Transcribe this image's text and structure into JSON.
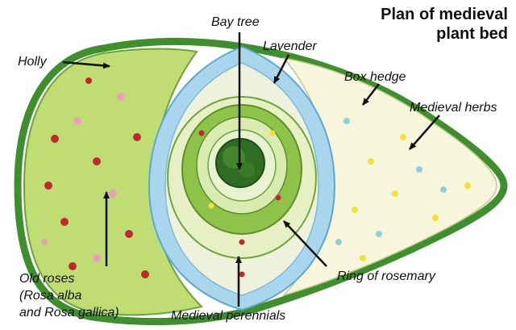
{
  "title": {
    "line1": "Plan of medieval",
    "line2": "plant bed"
  },
  "labels": {
    "bay_tree": "Bay tree",
    "lavender": "Lavender",
    "holly": "Holly",
    "box_hedge": "Box hedge",
    "medieval_herbs": "Medieval herbs",
    "old_roses_1": "Old roses",
    "old_roses_2": "(Rosa alba",
    "old_roses_3": "and Rosa gallica)",
    "ring_of_rosemary": "Ring of rosemary",
    "medieval_perennials": "Medieval perennials"
  },
  "colors": {
    "hedge": "#3f8f2e",
    "hedge_dark": "#2a6a1f",
    "holly_bed": "#b9da6a",
    "lavender": "#a9d6ec",
    "lavender_dark": "#5aa7cf",
    "herb_bed": "#f6f5d8",
    "perennial_ring": "#e7f0c5",
    "rosemary_ring": "#8fc248",
    "bay_tree": "#2f6e22",
    "rose_red": "#c0282f",
    "rose_pink": "#e7a1b8",
    "herb_yellow": "#f2e03a",
    "herb_blue": "#8fd0d6"
  }
}
